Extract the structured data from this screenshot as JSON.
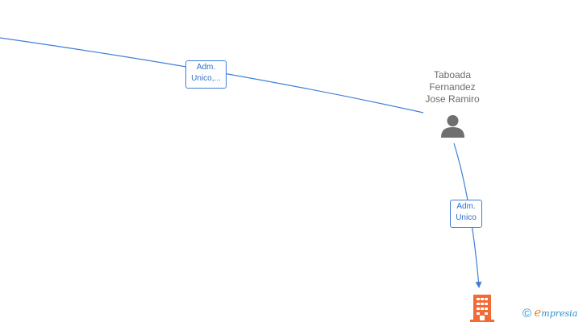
{
  "person": {
    "name_line1": "Taboada",
    "name_line2": "Fernandez",
    "name_line3": "Jose Ramiro",
    "icon": "person-icon"
  },
  "edges": [
    {
      "label_line1": "Adm.",
      "label_line2": "Unico,..."
    },
    {
      "label_line1": "Adm.",
      "label_line2": "Unico"
    }
  ],
  "company": {
    "icon": "building-icon"
  },
  "watermark": {
    "copyright": "©",
    "brand_first": "e",
    "brand_rest": "mpresia"
  },
  "colors": {
    "edge": "#3d7fd6",
    "node_person": "#6f6f6f",
    "node_company": "#f26a35",
    "label_text": "#2f6fc6"
  }
}
